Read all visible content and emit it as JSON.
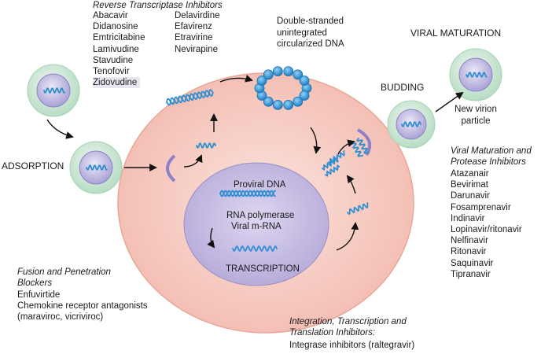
{
  "rti": {
    "header": "Reverse Transcriptase Inhibitors",
    "col1": [
      "Abacavir",
      "Didanosine",
      "Emtricitabine",
      "Lamivudine",
      "Stavudine",
      "Tenofovir",
      "Zidovudine"
    ],
    "col2": [
      "Delavirdine",
      "Efavirenz",
      "Etravirine",
      "Nevirapine"
    ]
  },
  "dsdna": [
    "Double-stranded",
    "unintegrated",
    "circularized DNA"
  ],
  "viral_maturation": "VIRAL MATURATION",
  "budding": "BUDDING",
  "new_virion": [
    "New virion",
    "particle"
  ],
  "adsorption": "ADSORPTION",
  "nucleus": {
    "proviral": "Proviral DNA",
    "rna_pol": "RNA polymerase",
    "mrna": "Viral m-RNA",
    "transcription": "TRANSCRIPTION"
  },
  "protease": {
    "header": [
      "Viral Maturation and",
      "Protease Inhibitors"
    ],
    "drugs": [
      "Atazanair",
      "Bevirimat",
      "Darunavir",
      "Fosamprenavir",
      "Indinavir",
      "Lopinavir/ritonavir",
      "Nelfinavir",
      "Ritonavir",
      "Saquinavir",
      "Tipranavir"
    ]
  },
  "fusion": {
    "header": [
      "Fusion and Penetration",
      "Blockers"
    ],
    "items": [
      "Enfuvirtide",
      "Chemokine receptor antagonists",
      "(maraviroc, vicriviroc)"
    ]
  },
  "integration": {
    "header": [
      "Integration, Transcription and",
      "Translation Inhibitors:"
    ],
    "item": "Integrase inhibitors (raltegravir)"
  },
  "colors": {
    "cell_fill": "#f8d0c8",
    "nucleus_fill": "#c9c0e2",
    "virion_outer": "#cfead8",
    "virion_inner": "#c7c2e6",
    "strand_blue": "#2f8fd1"
  }
}
